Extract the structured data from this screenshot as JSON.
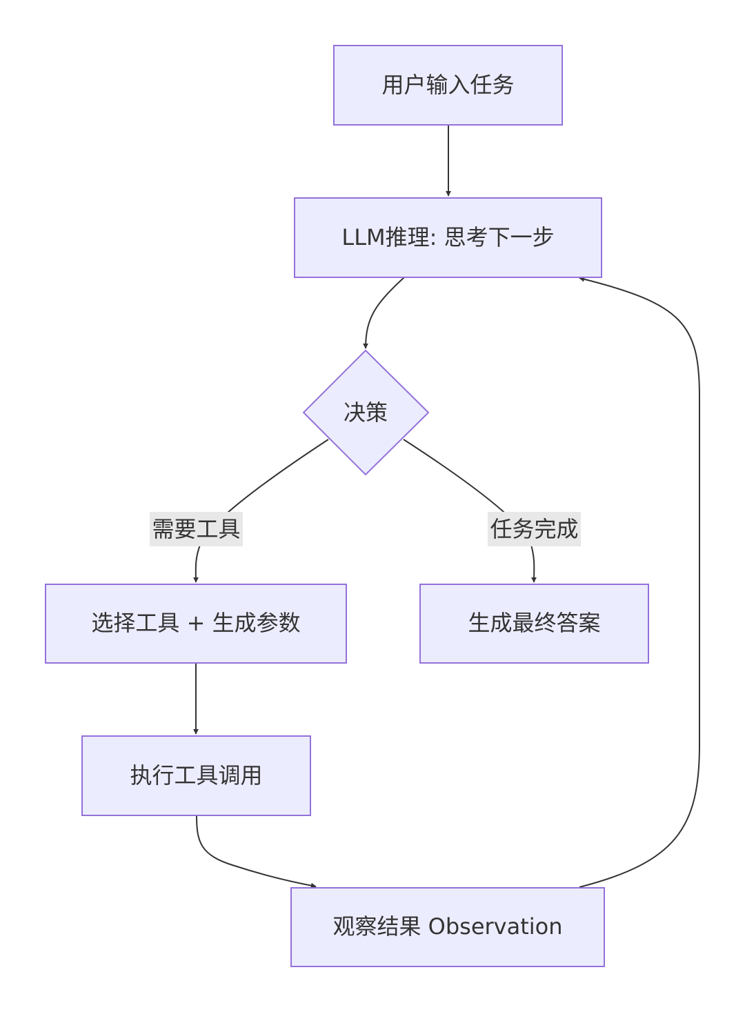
{
  "colors": {
    "node_fill": "#ececff",
    "node_stroke": "#9370db",
    "edge_stroke": "#333333",
    "edge_label_bg": "#e8e8e8",
    "text": "#333333"
  },
  "nodes": {
    "user_input": "用户输入任务",
    "llm_reasoning": "LLM推理: 思考下一步",
    "decision": "决策",
    "select_tool": "选择工具 + 生成参数",
    "final_answer": "生成最终答案",
    "execute_tool": "执行工具调用",
    "observe": "观察结果 Observation"
  },
  "edge_labels": {
    "need_tool": "需要工具",
    "task_done": "任务完成"
  }
}
